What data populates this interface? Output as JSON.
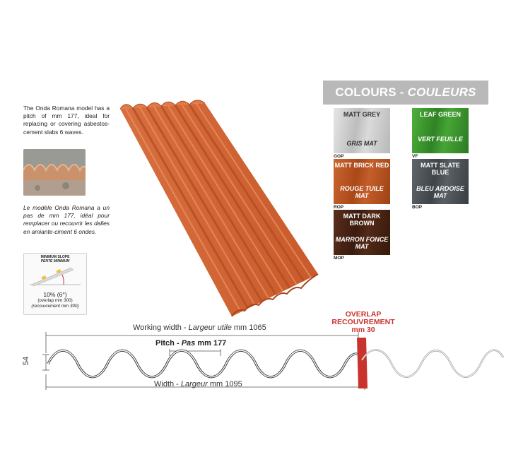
{
  "description": {
    "en": "The Onda Romana model has a pitch of mm 177, ideal for replacing or covering asbestos-cement slabs 6 waves.",
    "fr": "Le modèle Onda Romana a un pas de mm 177, idéal pour remplacer ou recouvrir les dalles en amiante-ciment 6 ondes."
  },
  "slope": {
    "title_en": "MINIMUM SLOPE",
    "title_fr": "PENTE MINIMUM",
    "value": "10% (6°)",
    "overlap_en": "(overlap mm 300)",
    "overlap_fr": "(recouvrement mm 300)"
  },
  "colours": {
    "title_en": "COLOURS -",
    "title_fr": "COULEURS",
    "items": [
      {
        "en": "MATT GREY",
        "fr": "GRIS MAT",
        "code": "GOP",
        "color": "#cfcfcf",
        "text_color": "#333333"
      },
      {
        "en": "LEAF GREEN",
        "fr": "VERT FEUILLE",
        "code": "VF",
        "color": "#3c9a2f",
        "text_color": "#ffffff"
      },
      {
        "en": "MATT BRICK RED",
        "fr": "ROUGE TUILE MAT",
        "code": "ROP",
        "color": "#b5531f",
        "text_color": "#ffffff"
      },
      {
        "en": "MATT SLATE BLUE",
        "fr": "BLEU ARDOISE MAT",
        "code": "BOP",
        "color": "#4d5358",
        "text_color": "#ffffff"
      },
      {
        "en": "MATT DARK BROWN",
        "fr": "MARRON FONCE MAT",
        "code": "MOP",
        "color": "#4a2516",
        "text_color": "#ffffff"
      }
    ]
  },
  "profile": {
    "working_width_en": "Working width -",
    "working_width_fr": "Largeur utile",
    "working_width_value": "mm 1065",
    "pitch_en": "Pitch -",
    "pitch_fr": "Pas",
    "pitch_value": "mm 177",
    "height": "54",
    "width_en": "Width -",
    "width_fr": "Largeur",
    "width_value": "mm 1095",
    "overlap_en": "OVERLAP",
    "overlap_fr": "RECOUVREMENT",
    "overlap_value": "mm 30",
    "accent_color": "#c9332e"
  }
}
